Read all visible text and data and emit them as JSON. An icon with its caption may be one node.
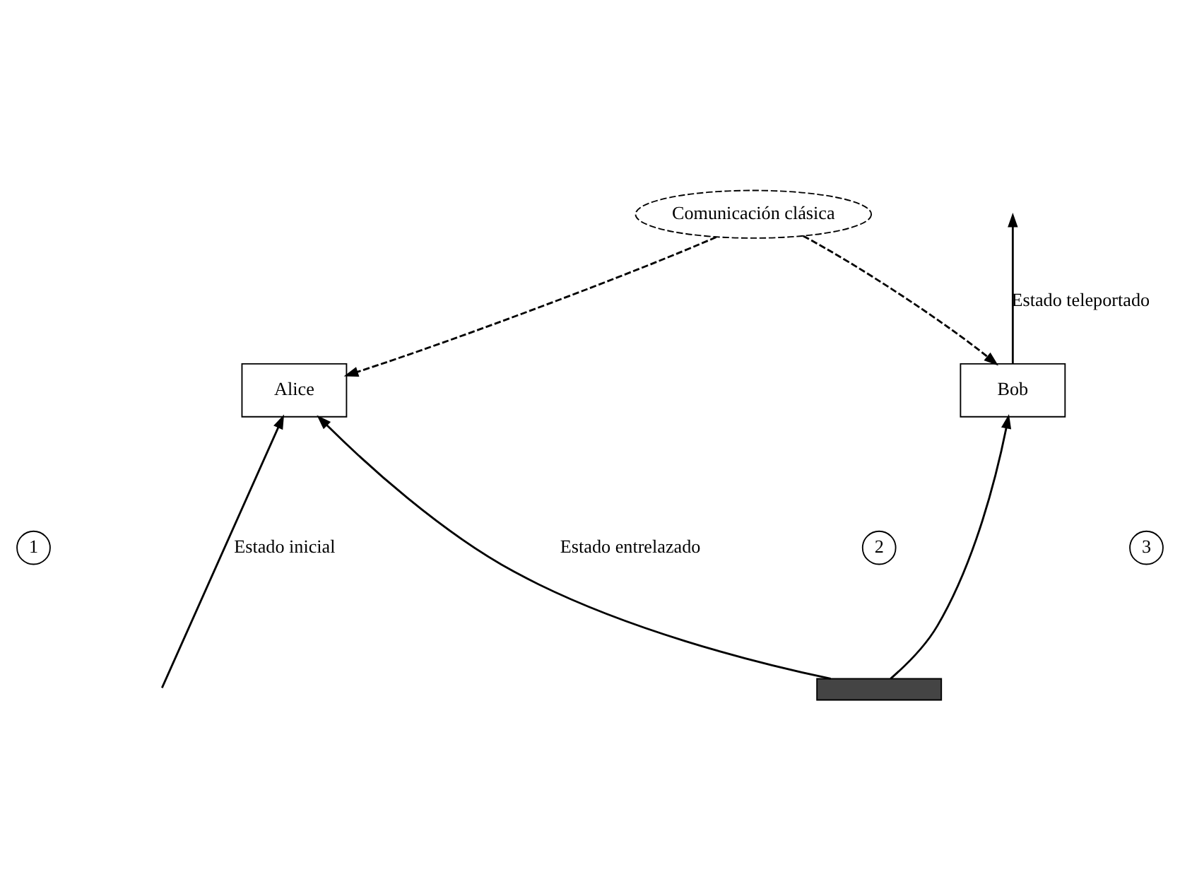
{
  "diagram": {
    "nodes": [
      {
        "text": [
          "Comunicación clásica"
        ]
      },
      {
        "text": [
          "Alice"
        ]
      },
      {
        "text": [
          "Bob"
        ]
      },
      {
        "text": [],
        "shape": "bar"
      },
      {
        "text": [
          "1"
        ]
      },
      {
        "text": [
          "2"
        ]
      },
      {
        "text": [
          "3"
        ]
      }
    ],
    "edges": [
      {
        "from": 0,
        "to": 1,
        "arrow": "to",
        "style": "dashed"
      },
      {
        "from": 0,
        "to": 2,
        "arrow": "to",
        "style": "dashed"
      },
      {
        "from": null,
        "to": 1,
        "arrow": "to",
        "label": "Estado inicial"
      },
      {
        "from": 3,
        "to": 1,
        "arrow": "to"
      },
      {
        "from": 3,
        "to": 2,
        "arrow": "to"
      },
      {
        "from": 2,
        "to": null,
        "arrow": "to",
        "label": "Estado teleportado"
      }
    ],
    "labels": [
      "Estado entrelazado"
    ]
  }
}
